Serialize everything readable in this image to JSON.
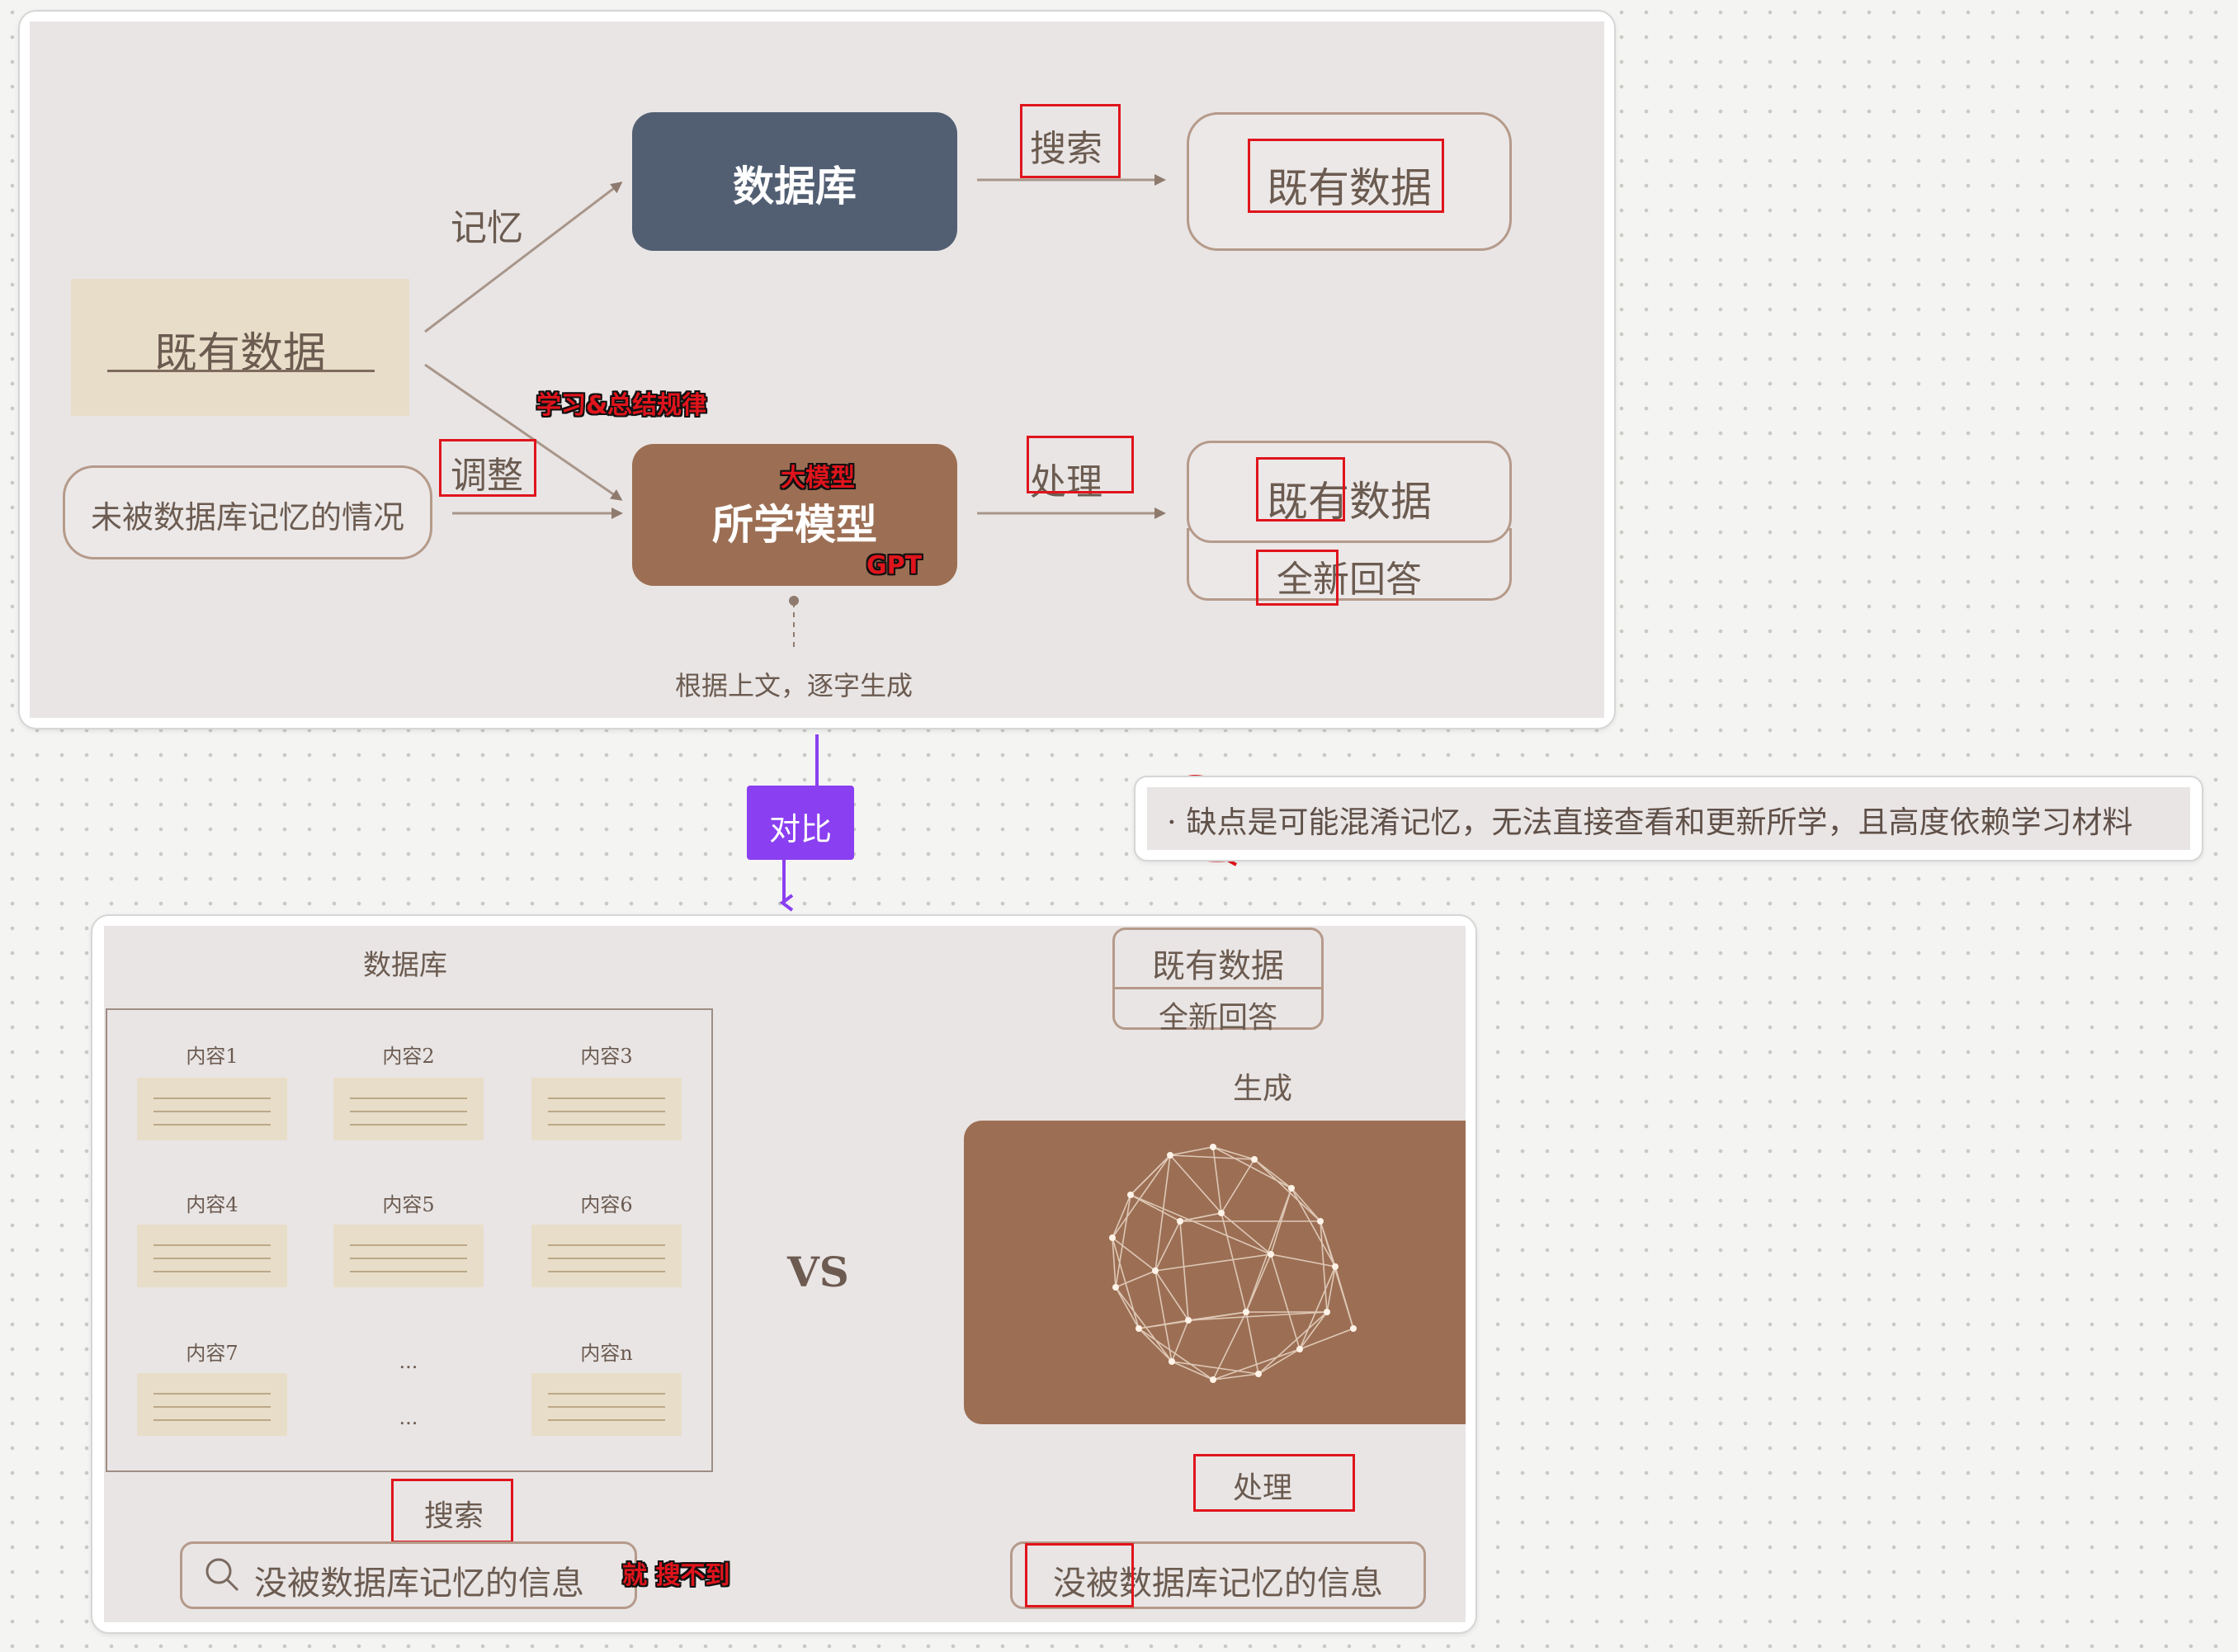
{
  "top": {
    "database": "数据库",
    "memorize": "记忆",
    "existing_left": "既有数据",
    "unmemorized": "未被数据库记忆的情况",
    "adjust": "调整",
    "learn_annot": "学习&总结规律",
    "big_model_annot": "大模型",
    "learned_model": "所学模型",
    "gpt_annot": "GPT",
    "search": "搜索",
    "existing_right": "既有数据",
    "process": "处理",
    "existing_right2": "既有数据",
    "new_answer": "全新回答",
    "generate_note": "根据上文，逐字生成"
  },
  "compare_label": "对比",
  "drawback": "· 缺点是可能混淆记忆，无法直接查看和更新所学，且高度依赖学习材料",
  "bottom": {
    "db_title": "数据库",
    "items": [
      "内容1",
      "内容2",
      "内容3",
      "内容4",
      "内容5",
      "内容6",
      "内容7",
      "...",
      "内容n"
    ],
    "ellipsis2": "...",
    "search": "搜索",
    "not_in_db": "没被数据库记忆的信息",
    "cant_find_annot": "就 搜不到",
    "vs": "VS",
    "existing": "既有数据",
    "new_answer": "全新回答",
    "generate": "生成",
    "process": "处理",
    "not_in_db2": "没被数据库记忆的信息"
  },
  "colors": {
    "db_box": "#525f73",
    "model_box": "#9c6f54",
    "beige": "#e8ddc8",
    "annotation_red": "#e0141c",
    "compare_purple": "#8a3ff0"
  }
}
